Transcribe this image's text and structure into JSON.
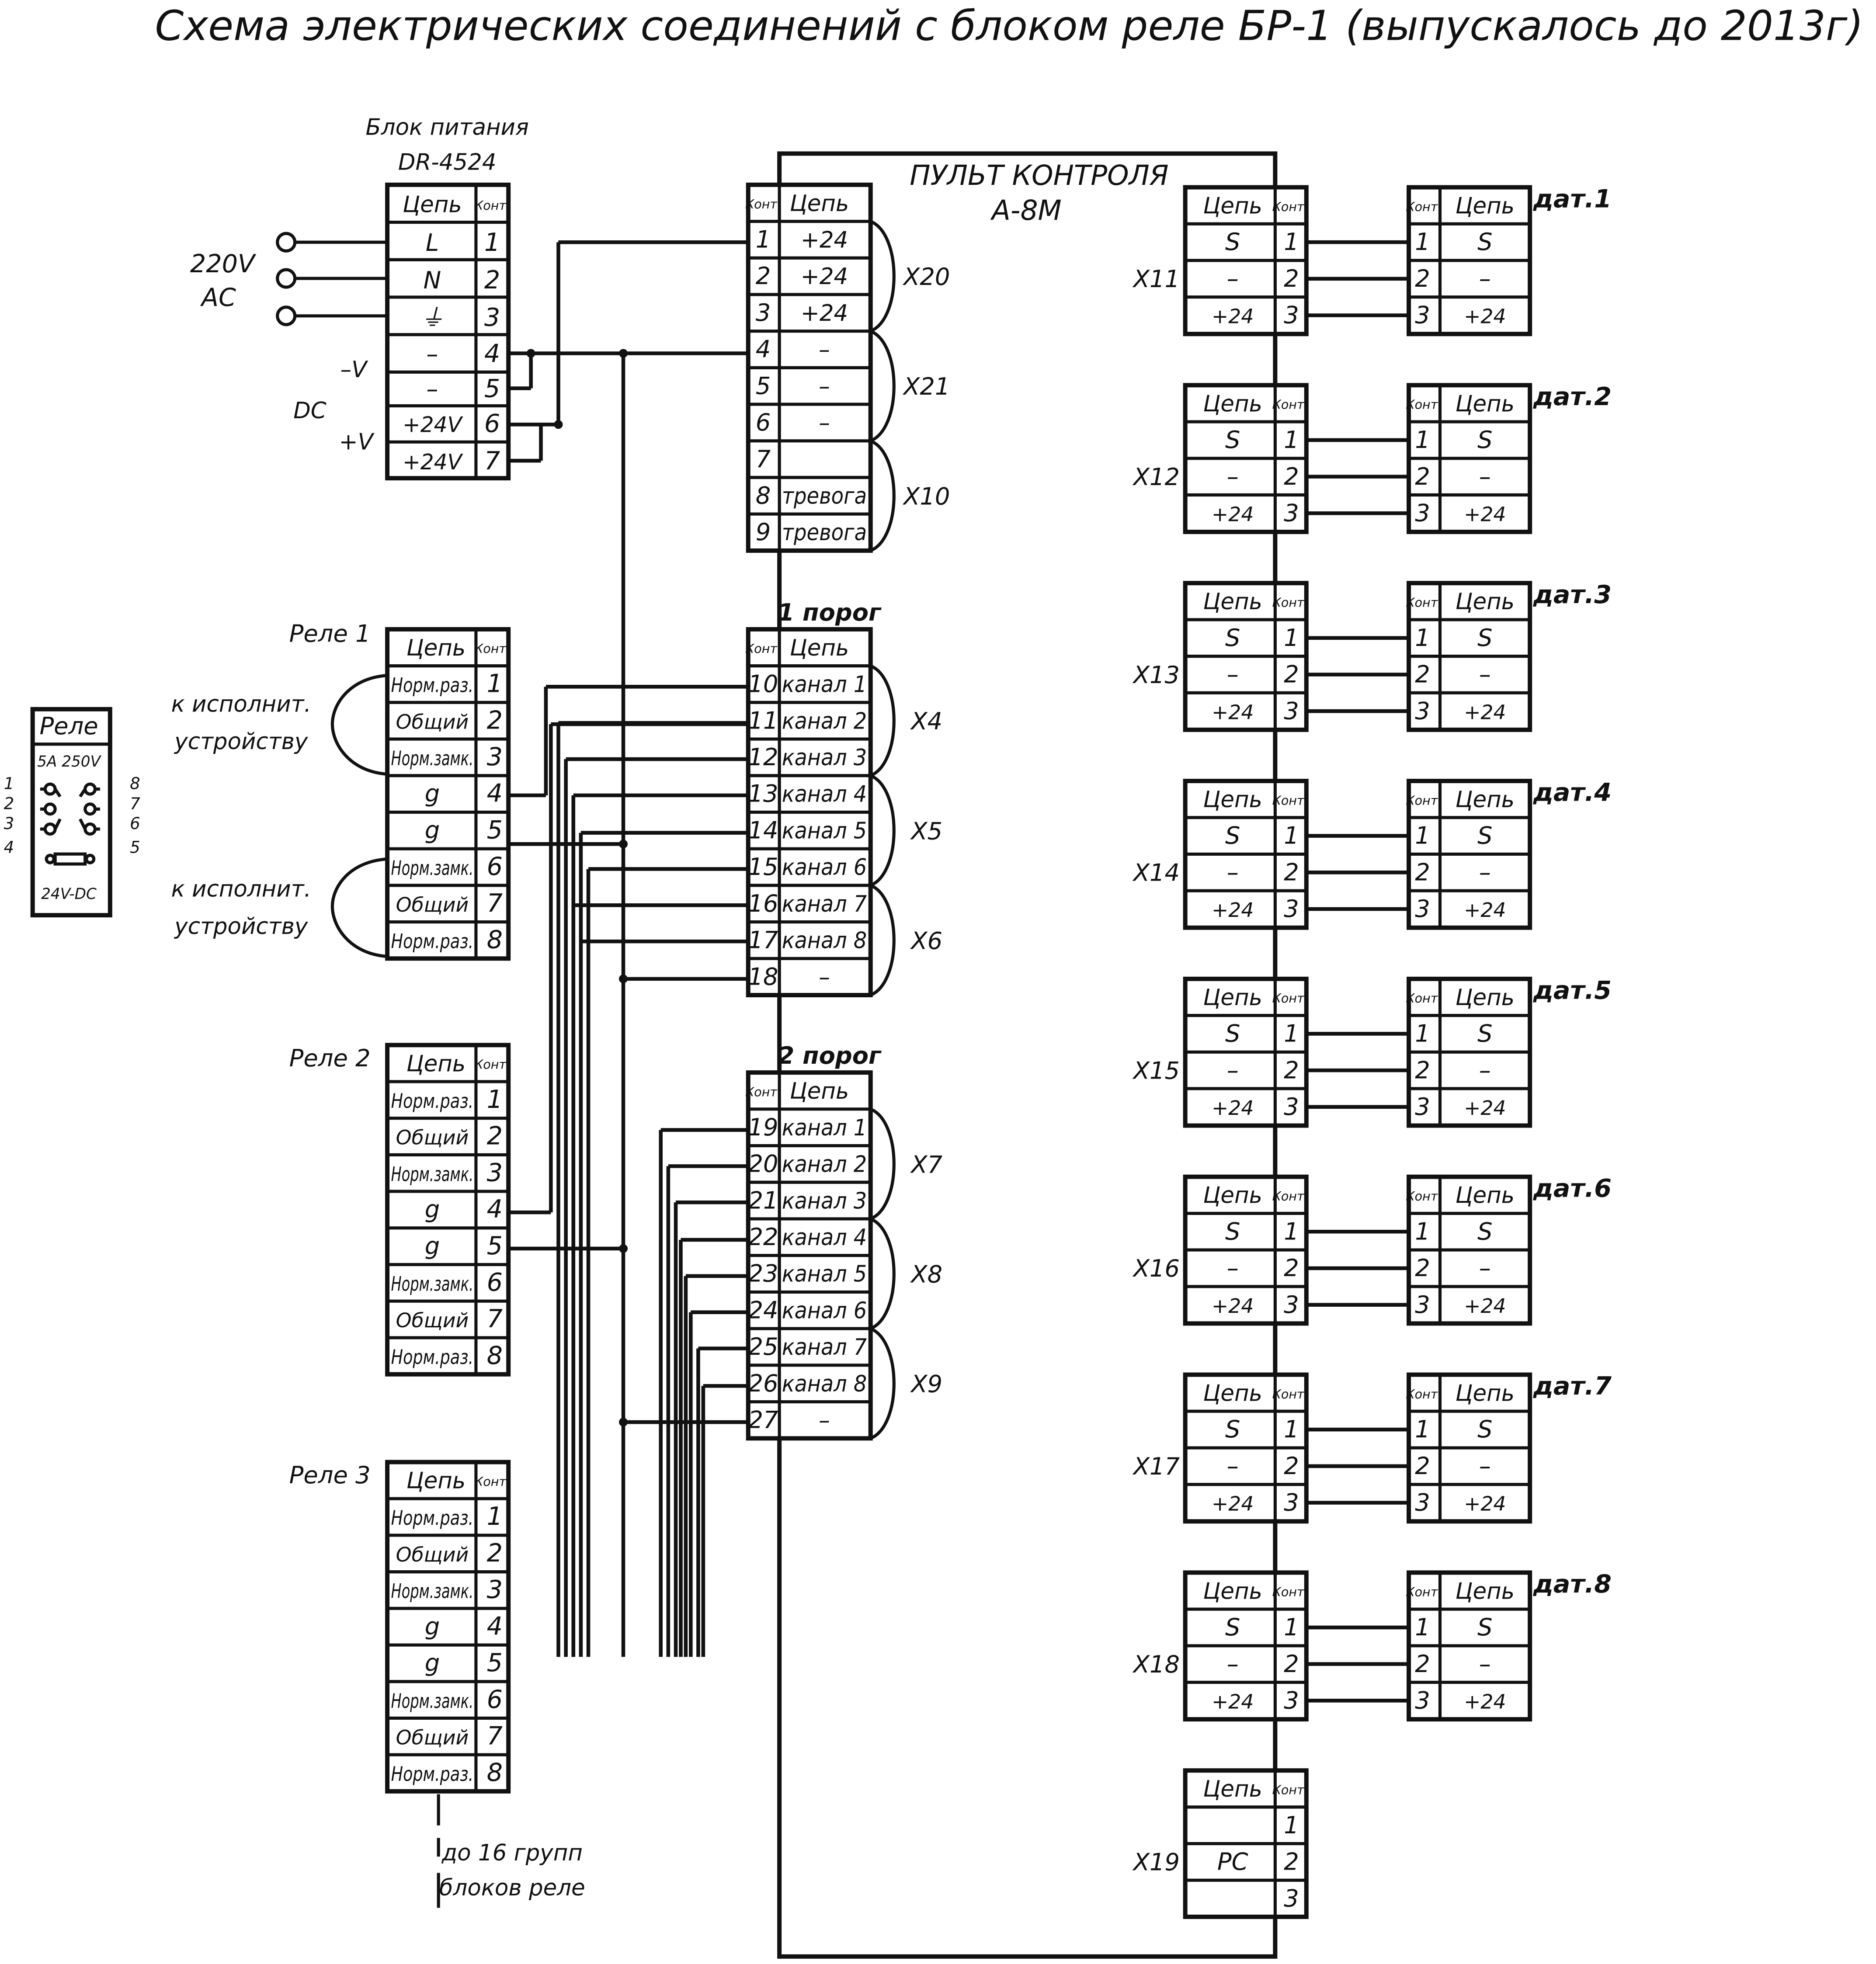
{
  "title": "Схема электрических соединений с блоком реле БР-1 (выпускалось до 2013г)",
  "colors": {
    "ink": "#111111",
    "background": "#ffffff"
  },
  "hdr": {
    "circuit": "Цепь",
    "contact": "Конт."
  },
  "power_supply": {
    "caption1": "Блок питания",
    "caption2": "DR-4524",
    "rows": [
      {
        "c": "L",
        "k": "1"
      },
      {
        "c": "N",
        "k": "2"
      },
      {
        "c": "⏚",
        "k": "3"
      },
      {
        "c": "–",
        "k": "4"
      },
      {
        "c": "–",
        "k": "5"
      },
      {
        "c": "+24V",
        "k": "6"
      },
      {
        "c": "+24V",
        "k": "7"
      }
    ]
  },
  "labels": {
    "ac1": "220V",
    "ac2": "AC",
    "minus_v": "–V",
    "dc": "DC",
    "plus_v": "+V",
    "actuator1": "к исполнит.",
    "actuator2": "устройству",
    "threshold1": "1 порог",
    "threshold2": "2 порог",
    "more1": "до 16 групп",
    "more2": "блоков реле"
  },
  "console": {
    "name1": "ПУЛЬТ КОНТРОЛЯ",
    "name2": "А-8М"
  },
  "console_top_rows": [
    {
      "k": "1",
      "c": "+24"
    },
    {
      "k": "2",
      "c": "+24"
    },
    {
      "k": "3",
      "c": "+24"
    },
    {
      "k": "4",
      "c": "–"
    },
    {
      "k": "5",
      "c": "–"
    },
    {
      "k": "6",
      "c": "–"
    },
    {
      "k": "7",
      "c": ""
    },
    {
      "k": "8",
      "c": "тревога"
    },
    {
      "k": "9",
      "c": "тревога"
    }
  ],
  "console_top_groups": [
    "X20",
    "X21",
    "X10"
  ],
  "threshold1_rows": [
    {
      "k": "10",
      "c": "канал 1"
    },
    {
      "k": "11",
      "c": "канал 2"
    },
    {
      "k": "12",
      "c": "канал 3"
    },
    {
      "k": "13",
      "c": "канал 4"
    },
    {
      "k": "14",
      "c": "канал 5"
    },
    {
      "k": "15",
      "c": "канал 6"
    },
    {
      "k": "16",
      "c": "канал 7"
    },
    {
      "k": "17",
      "c": "канал 8"
    },
    {
      "k": "18",
      "c": "–"
    }
  ],
  "threshold1_groups": [
    "X4",
    "X5",
    "X6"
  ],
  "threshold2_rows": [
    {
      "k": "19",
      "c": "канал 1"
    },
    {
      "k": "20",
      "c": "канал 2"
    },
    {
      "k": "21",
      "c": "канал 3"
    },
    {
      "k": "22",
      "c": "канал 4"
    },
    {
      "k": "23",
      "c": "канал 5"
    },
    {
      "k": "24",
      "c": "канал 6"
    },
    {
      "k": "25",
      "c": "канал 7"
    },
    {
      "k": "26",
      "c": "канал 8"
    },
    {
      "k": "27",
      "c": "–"
    }
  ],
  "threshold2_groups": [
    "X7",
    "X8",
    "X9"
  ],
  "relays": [
    {
      "name": "Реле 1"
    },
    {
      "name": "Реле 2"
    },
    {
      "name": "Реле 3"
    }
  ],
  "relay_rows": [
    {
      "c": "Норм.раз.",
      "k": "1"
    },
    {
      "c": "Общий",
      "k": "2"
    },
    {
      "c": "Норм.замк.",
      "k": "3"
    },
    {
      "c": "g",
      "k": "4"
    },
    {
      "c": "g",
      "k": "5"
    },
    {
      "c": "Норм.замк.",
      "k": "6"
    },
    {
      "c": "Общий",
      "k": "7"
    },
    {
      "c": "Норм.раз.",
      "k": "8"
    }
  ],
  "relay_symbol": {
    "title": "Реле",
    "rating": "5A 250V",
    "coil": "24V-DC",
    "left_pins": [
      "1",
      "2",
      "3",
      "4"
    ],
    "right_pins": [
      "8",
      "7",
      "6",
      "5"
    ]
  },
  "sensor_rows": [
    {
      "c": "S",
      "k": "1"
    },
    {
      "c": "–",
      "k": "2"
    },
    {
      "c": "+24",
      "k": "3"
    }
  ],
  "sensor_connectors": [
    {
      "x": "X11",
      "sensor": "дат.1"
    },
    {
      "x": "X12",
      "sensor": "дат.2"
    },
    {
      "x": "X13",
      "sensor": "дат.3"
    },
    {
      "x": "X14",
      "sensor": "дат.4"
    },
    {
      "x": "X15",
      "sensor": "дат.5"
    },
    {
      "x": "X16",
      "sensor": "дат.6"
    },
    {
      "x": "X17",
      "sensor": "дат.7"
    },
    {
      "x": "X18",
      "sensor": "дат.8"
    }
  ],
  "x19": {
    "name": "X19",
    "rows": [
      {
        "c": "",
        "k": "1"
      },
      {
        "c": "PC",
        "k": "2"
      },
      {
        "c": "",
        "k": "3"
      }
    ]
  }
}
